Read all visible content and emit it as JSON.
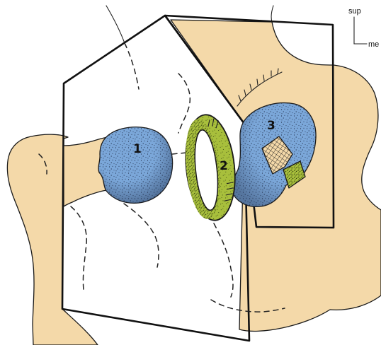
{
  "orientation": {
    "superior_label": "sup",
    "medial_label": "me"
  },
  "labels": {
    "one": "1",
    "two": "2",
    "three": "3"
  },
  "colors": {
    "bone": "#f4d9a9",
    "blue": "#7ba7d9",
    "green": "#a8bf3c",
    "panel": "#ffffff",
    "stipple_blue": "#1d2b47",
    "stipple_green": "#2e3a0d"
  }
}
